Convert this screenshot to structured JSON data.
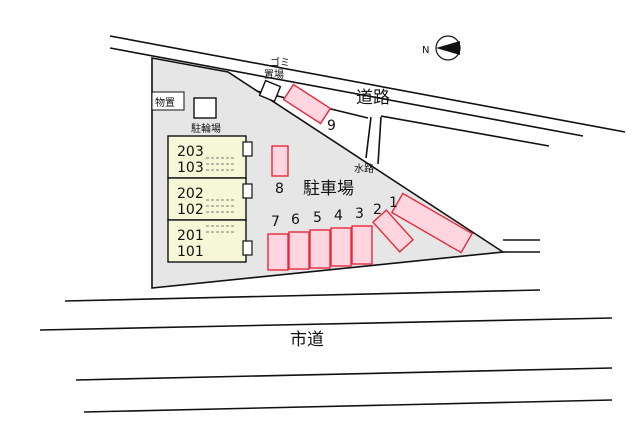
{
  "labels": {
    "road": "道路",
    "city_road": "市道",
    "parking": "駐車場",
    "storage": "物置",
    "bicycle": "駐輪場",
    "garbage_line1": "ゴミ",
    "garbage_line2": "置場",
    "waterway": "水路",
    "north": "N"
  },
  "units": [
    "203",
    "103",
    "202",
    "102",
    "201",
    "101"
  ],
  "parking_spaces": [
    "1",
    "2",
    "3",
    "4",
    "5",
    "6",
    "7",
    "8",
    "9"
  ],
  "colors": {
    "lot_fill": "#e6e6e6",
    "unit_fill": "#f6f7d6",
    "space_stroke": "#e8283c",
    "space_fill": "#ffd6e0",
    "line": "#111111"
  }
}
